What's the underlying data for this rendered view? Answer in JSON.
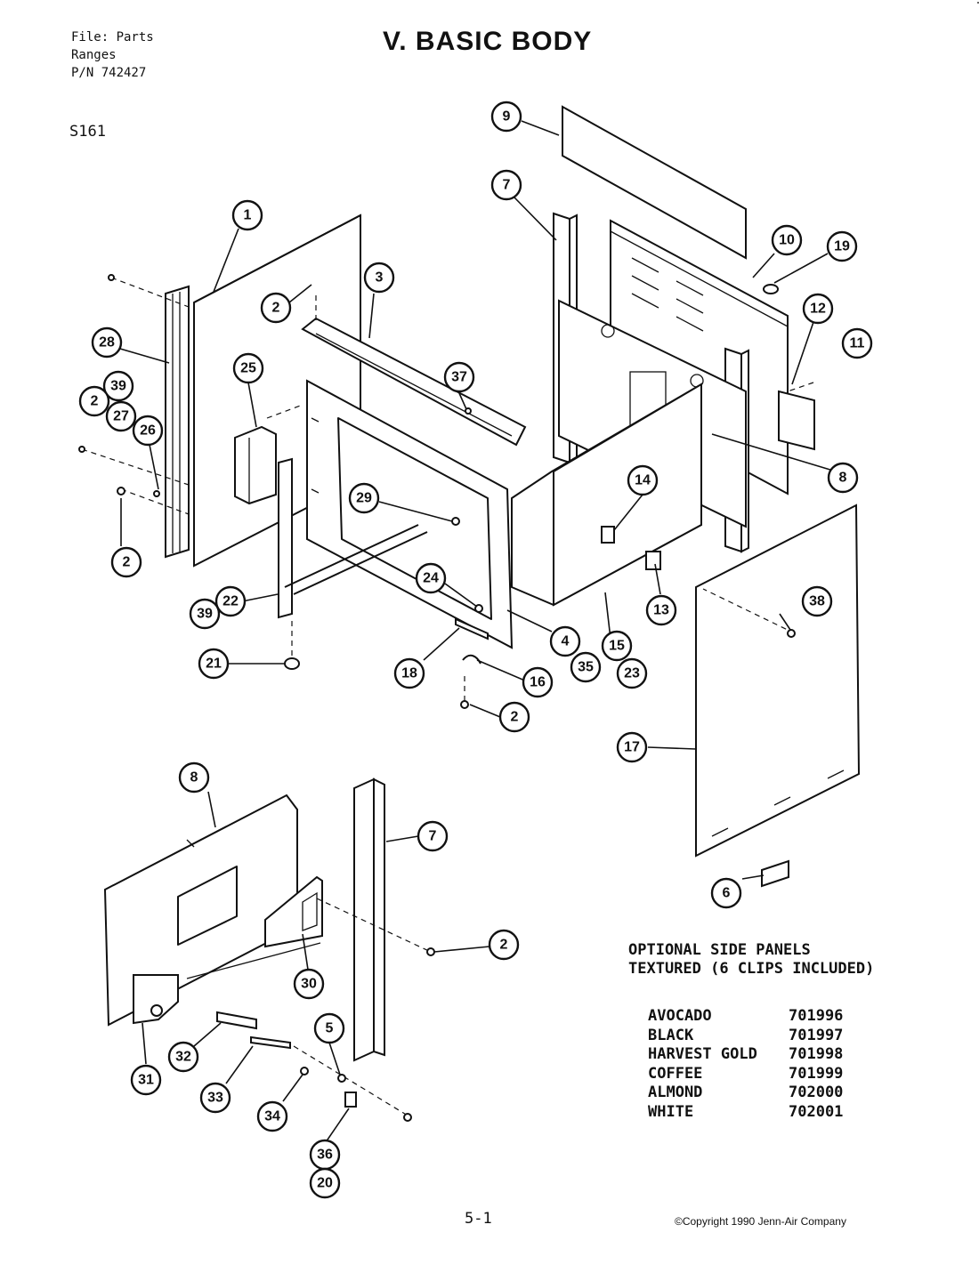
{
  "header": {
    "file_line": "File: Parts",
    "category_line": "Ranges",
    "part_number_line": "P/N 742427",
    "title": "V. BASIC BODY",
    "model": "S161"
  },
  "callouts": {
    "c1": "1",
    "c2a": "2",
    "c3": "3",
    "c28": "28",
    "c39a": "39",
    "c2b": "2",
    "c27": "27",
    "c26": "26",
    "c25": "25",
    "c2c": "2",
    "c37": "37",
    "c9": "9",
    "c7a": "7",
    "c10": "10",
    "c19": "19",
    "c12": "12",
    "c11": "11",
    "c8a": "8",
    "c29": "29",
    "c14": "14",
    "c24": "24",
    "c38": "38",
    "c13": "13",
    "c39b": "39",
    "c22": "22",
    "c4": "4",
    "c35": "35",
    "c15": "15",
    "c23": "23",
    "c21": "21",
    "c18": "18",
    "c16": "16",
    "c2d": "2",
    "c17": "17",
    "c8b": "8",
    "c7b": "7",
    "c6": "6",
    "c2e": "2",
    "c30": "30",
    "c5": "5",
    "c31": "31",
    "c32": "32",
    "c33": "33",
    "c34": "34",
    "c36": "36",
    "c20": "20"
  },
  "optional_panels": {
    "line1": "OPTIONAL SIDE PANELS",
    "line2": "TEXTURED (6 CLIPS INCLUDED)",
    "colors": [
      {
        "name": "AVOCADO",
        "part": "701996"
      },
      {
        "name": "BLACK",
        "part": "701997"
      },
      {
        "name": "HARVEST GOLD",
        "part": "701998"
      },
      {
        "name": "COFFEE",
        "part": "701999"
      },
      {
        "name": "ALMOND",
        "part": "702000"
      },
      {
        "name": "WHITE",
        "part": "702001"
      }
    ]
  },
  "footer": {
    "page_number": "5-1",
    "copyright": "©Copyright 1990 Jenn-Air Company"
  }
}
